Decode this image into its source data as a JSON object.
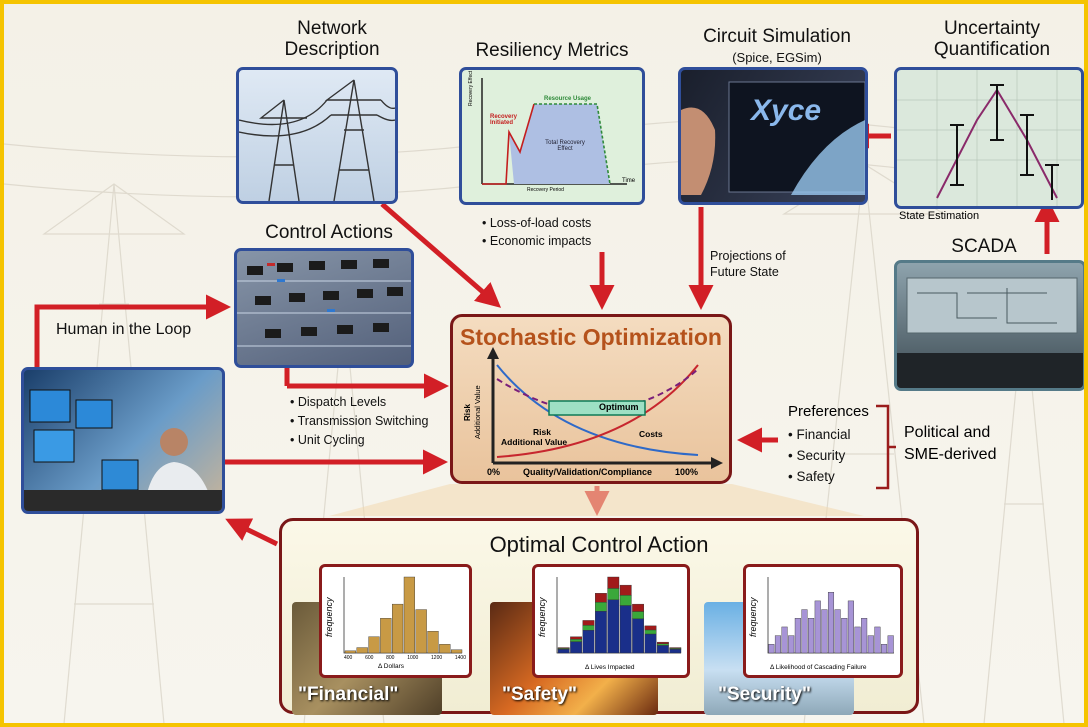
{
  "titles": {
    "network": "Network Description",
    "resiliency": "Resiliency Metrics",
    "circuit": "Circuit Simulation",
    "circuit_sub": "(Spice, EGSim)",
    "uncertainty": "Uncertainty Quantification",
    "control": "Control Actions",
    "human": "Human in the Loop",
    "scada": "SCADA",
    "stochastic": "Stochastic Optimization",
    "optimal": "Optimal Control Action",
    "state_est": "State Estimation"
  },
  "resiliency_chart": {
    "y_axis": "Recovery Effect",
    "x_axis": "Recovery Period",
    "time": "Time",
    "recovery_initiated": "Recovery Initiated",
    "resource_usage": "Resource Usage",
    "total_effect": "Total Recovery Effect"
  },
  "xyce_logo": "Xyce",
  "resiliency_items": [
    "Loss-of-load costs",
    "Economic impacts"
  ],
  "projections_label": "Projections of Future State",
  "control_items": [
    "Dispatch Levels",
    "Transmission Switching",
    "Unit Cycling"
  ],
  "preferences": {
    "title": "Preferences",
    "items": [
      "Financial",
      "Security",
      "Safety"
    ]
  },
  "political_label": "Political and SME-derived",
  "opt_chart": {
    "y_label_top": "Risk",
    "y_label_bottom": "Additional Value",
    "optimum": "Optimum",
    "risk": "Risk",
    "additional_value": "Additional Value",
    "costs": "Costs",
    "x_left": "0%",
    "x_mid": "Quality/Validation/Compliance",
    "x_right": "100%"
  },
  "histograms": [
    {
      "caption": "\"Financial\"",
      "ylabel": "frequency",
      "xlabel": "Δ Dollars",
      "xticks": [
        "400",
        "600",
        "800",
        "1000",
        "1200",
        "1400"
      ],
      "values": [
        2,
        5,
        15,
        32,
        45,
        70,
        40,
        20,
        8,
        3
      ],
      "color": "#c89a45"
    },
    {
      "caption": "\"Safety\"",
      "ylabel": "frequency",
      "xlabel": "Δ Lives Impacted",
      "xticks": [],
      "stack_values": [
        2,
        6,
        12,
        22,
        28,
        25,
        18,
        10,
        4,
        2
      ],
      "colors": [
        "#1a2f8a",
        "#3aa83a",
        "#a11a1a"
      ]
    },
    {
      "caption": "\"Security\"",
      "ylabel": "frequency",
      "xlabel": "Δ Likelihood of Cascading Failure",
      "xticks": [],
      "values": [
        1,
        2,
        3,
        2,
        4,
        5,
        4,
        6,
        5,
        7,
        5,
        4,
        6,
        3,
        4,
        2,
        3,
        1,
        2
      ],
      "color": "#a794d6"
    }
  ]
}
